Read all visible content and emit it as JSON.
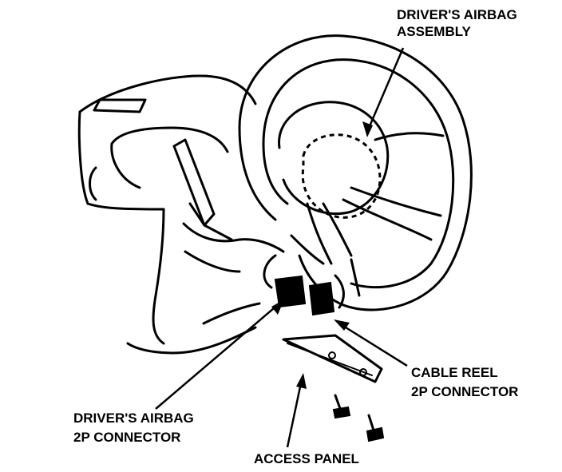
{
  "labels": {
    "airbag_assembly": [
      "DRIVER'S AIRBAG",
      "ASSEMBLY"
    ],
    "cable_reel": [
      "CABLE REEL",
      "2P CONNECTOR"
    ],
    "airbag_connector": [
      "DRIVER'S AIRBAG",
      "2P CONNECTOR"
    ],
    "access_panel": "ACCESS PANEL"
  }
}
